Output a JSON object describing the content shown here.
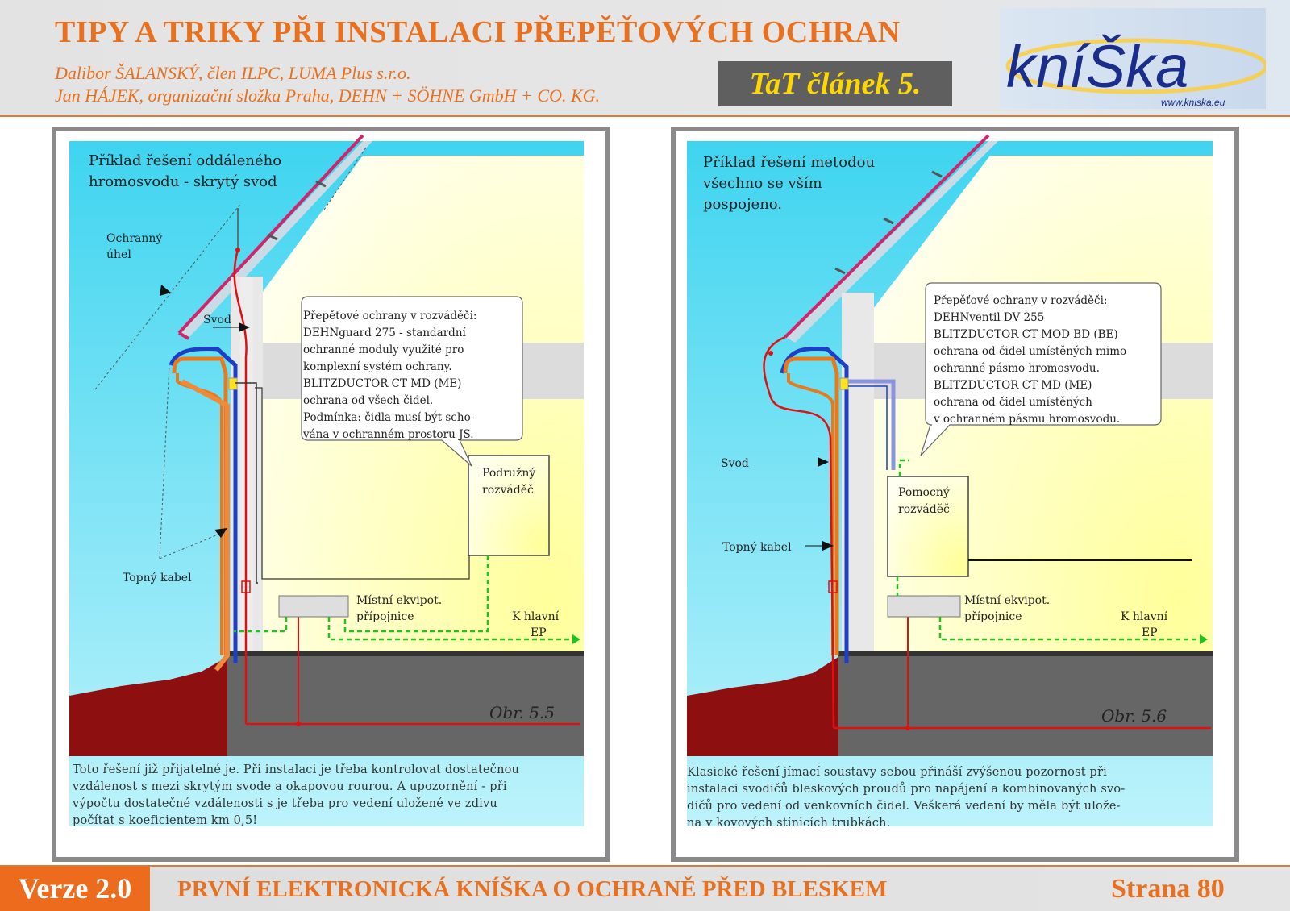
{
  "header": {
    "title": "TIPY A TRIKY PŘI INSTALACI PŘEPĚŤOVÝCH OCHRAN",
    "author_1": "Dalibor ŠALANSKÝ, člen ILPC, LUMA Plus s.r.o.",
    "author_2": "Jan HÁJEK, organizační složka Praha, DEHN + SÖHNE GmbH + CO. KG.",
    "badge": "TaT článek 5.",
    "logo_text": "kníŠka",
    "logo_url": "www.kniska.eu"
  },
  "figure_1": {
    "title_line_1": "Příklad řešení oddáleného",
    "title_line_2": "hromosvodu - skrytý svod",
    "label_angle_1": "Ochranný",
    "label_angle_2": "úhel",
    "label_svod": "Svod",
    "label_heating": "Topný kabel",
    "callout": [
      "Přepěťové ochrany v rozváděči:",
      "DEHNguard 275 - standardní",
      "ochranné moduly využité pro",
      "komplexní systém ochrany.",
      "BLITZDUCTOR CT MD (ME)",
      "ochrana od všech čidel.",
      "Podmínka: čidla musí být scho-",
      "vána v ochranném prostoru JS."
    ],
    "box_1": "Podružný",
    "box_2": "rozváděč",
    "equip_1": "Místní ekvipot.",
    "equip_2": "přípojnice",
    "ep_1": "K hlavní",
    "ep_2": "EP",
    "fig_label": "Obr. 5.5",
    "caption": [
      "Toto řešení již přijatelné je. Při instalaci je třeba kontrolovat dostatečnou",
      "vzdálenost s mezi skrytým svode a okapovou rourou. A upozornění - při",
      "výpočtu dostatečné vzdálenosti s je třeba pro vedení uložené ve zdivu",
      "počítat s koeficientem km 0,5!"
    ]
  },
  "figure_2": {
    "title_line_1": "Příklad řešení metodou",
    "title_line_2": "všechno se vším",
    "title_line_3": "pospojeno.",
    "label_svod": "Svod",
    "label_heating": "Topný kabel",
    "callout": [
      "Přepěťové ochrany v rozváděči:",
      "DEHNventil DV 255",
      "BLITZDUCTOR CT MOD BD (BE)",
      "ochrana od čidel umístěných mimo",
      "ochranné pásmo hromosvodu.",
      "BLITZDUCTOR CT MD (ME)",
      "ochrana od čidel umístěných",
      "v ochranném pásmu hromosvodu."
    ],
    "box_1": "Pomocný",
    "box_2": "rozváděč",
    "equip_1": "Místní ekvipot.",
    "equip_2": "přípojnice",
    "ep_1": "K hlavní",
    "ep_2": "EP",
    "fig_label": "Obr. 5.6",
    "caption": [
      "Klasické řešení jímací soustavy sebou přináší zvýšenou pozornost při",
      "instalaci svodičů bleskových proudů pro napájení a kombinovaných svo-",
      "dičů pro vedení od venkovních čidel. Veškerá vedení by měla být ulože-",
      "na v kovových stínicích trubkách."
    ]
  },
  "footer": {
    "version": "Verze 2.0",
    "title": "PRVNÍ ELEKTRONICKÁ KNÍŠKA O OCHRANĚ PŘED BLESKEM",
    "page": "Strana 80"
  }
}
